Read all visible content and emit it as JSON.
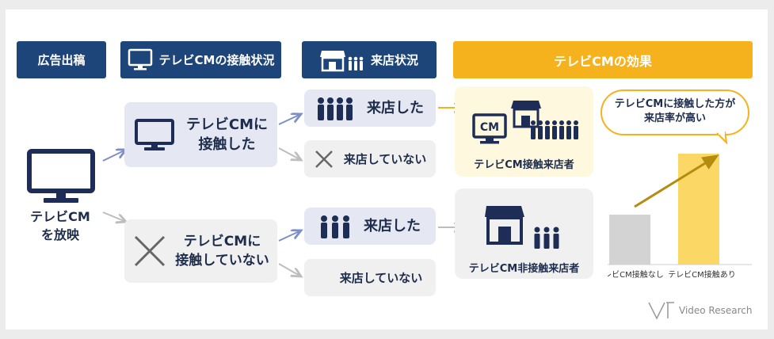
{
  "headers": {
    "ad": "広告出稿",
    "contact": "テレビCMの接触状況",
    "visit": "来店状況",
    "effect": "テレビCMの効果"
  },
  "left": {
    "line1": "テレビCM",
    "line2": "を放映"
  },
  "contacted": {
    "line1": "テレビCMに",
    "line2": "接触した"
  },
  "not_contacted": {
    "line1": "テレビCMに",
    "line2": "接触していない"
  },
  "visit_boxes": {
    "visited_1": "来店した",
    "not_visited_1": "来店していない",
    "visited_2": "来店した",
    "not_visited_2": "来店していない"
  },
  "results": {
    "contact_visitor": "テレビCM接触来店者",
    "noncontact_visitor": "テレビCM非接触来店者",
    "cm_badge": "CM"
  },
  "callout": {
    "line1": "テレビCMに接触した方が",
    "line2": "来店率が高い"
  },
  "chart_data": {
    "type": "bar",
    "categories": [
      "テレビCM接触なし",
      "テレビCM接触あり"
    ],
    "values": [
      0.45,
      1.0
    ],
    "colors": [
      "#d3d3d3",
      "#fbd766"
    ],
    "arrow_color": "#b58c0e",
    "grid": false
  },
  "logo": {
    "text": "Video Research"
  },
  "colors": {
    "navy": "#1e4579",
    "gold": "#f5b21c",
    "text": "#1f2d4c"
  }
}
